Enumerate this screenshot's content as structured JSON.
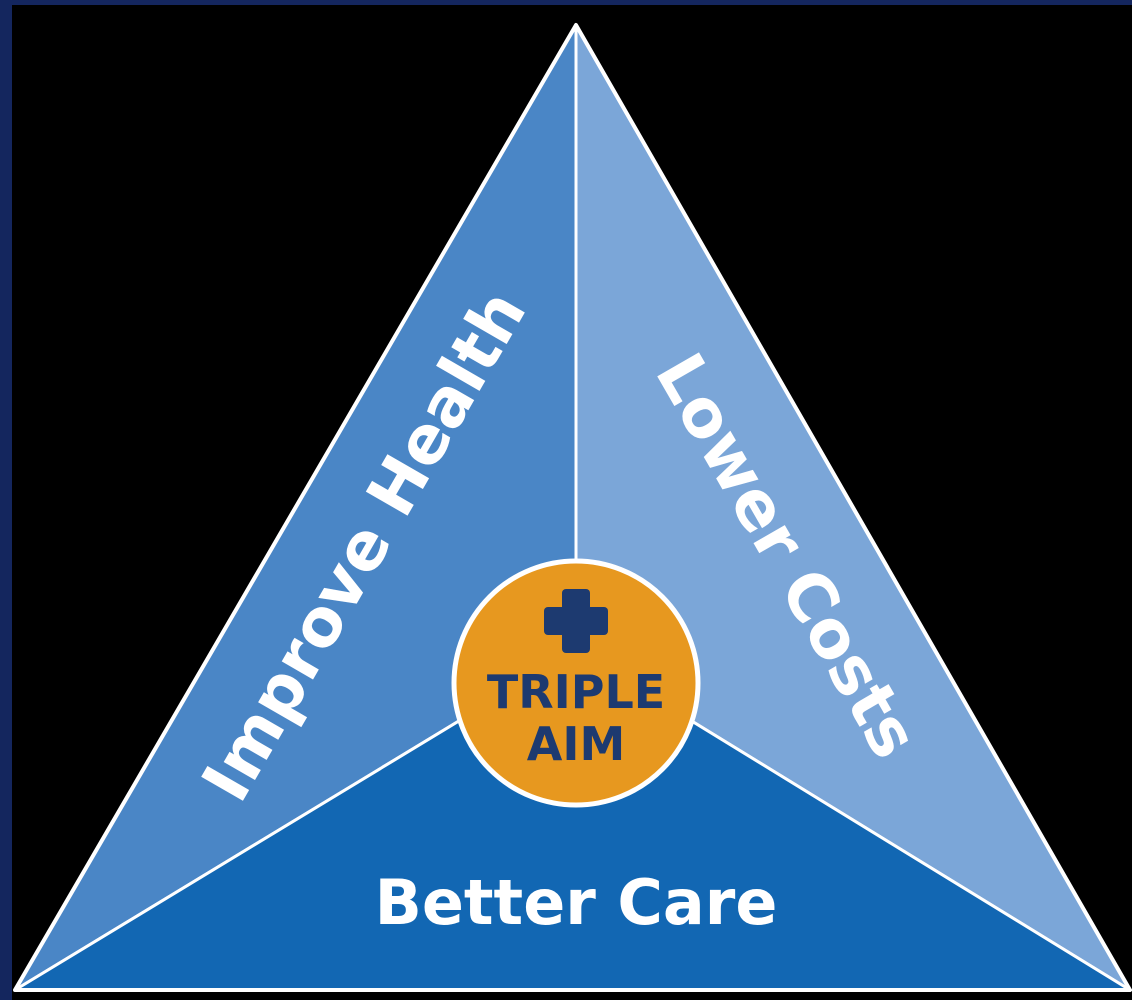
{
  "diagram": {
    "segments": {
      "left": {
        "label": "Improve Health",
        "color": "#4a86c6"
      },
      "right": {
        "label": "Lower Costs",
        "color": "#7ba6d8"
      },
      "bottom": {
        "label": "Better Care",
        "color": "#1267b3"
      }
    },
    "center": {
      "line1": "TRIPLE",
      "line2": "AIM",
      "icon": "medical-cross-icon",
      "fill_color": "#e7981f",
      "text_color": "#1d3a70"
    },
    "colors": {
      "background": "#000000",
      "frame": "#14265e",
      "outline": "#ffffff"
    }
  }
}
